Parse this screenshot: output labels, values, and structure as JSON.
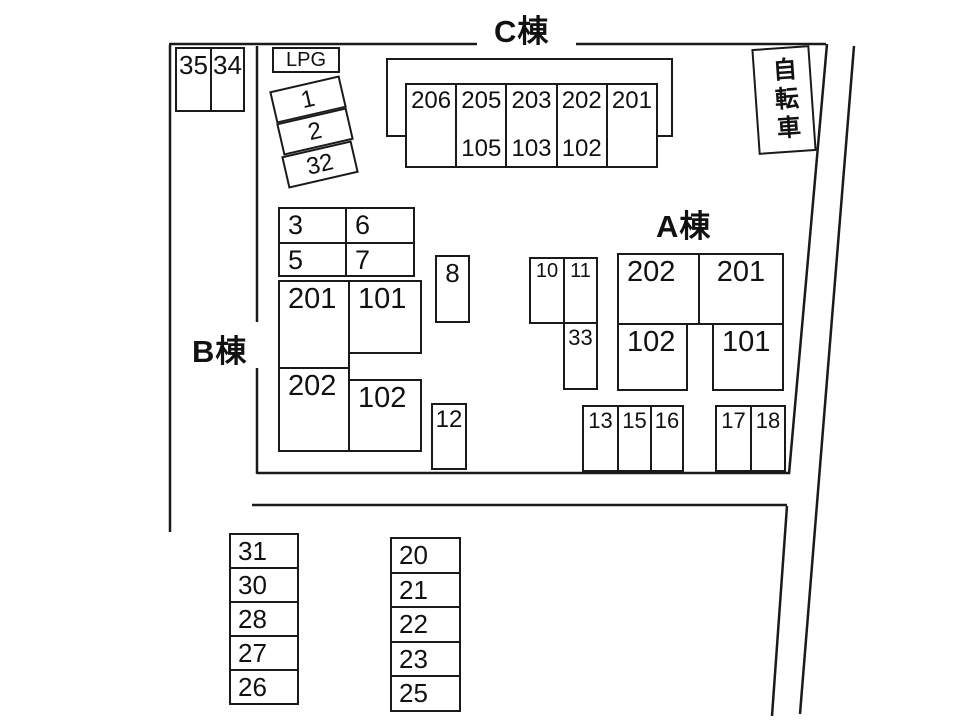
{
  "ink_color": "#1a1a1a",
  "buildings": {
    "c_label": "C棟",
    "a_label": "A棟",
    "b_label": "B棟"
  },
  "facilities": {
    "lpg": "LPG",
    "bicycle": "自転車"
  },
  "building_c": {
    "columns": [
      {
        "upper": "206",
        "lower": ""
      },
      {
        "upper": "205",
        "lower": "105"
      },
      {
        "upper": "203",
        "lower": "103"
      },
      {
        "upper": "202",
        "lower": "102"
      },
      {
        "upper": "201",
        "lower": ""
      }
    ]
  },
  "building_b_rooms": {
    "r201": "201",
    "r101": "101",
    "r202": "202",
    "r102": "102"
  },
  "building_a_rooms": {
    "r202": "202",
    "r201": "201",
    "r102": "102",
    "r101": "101"
  },
  "parking_spots": {
    "p35": "35",
    "p34": "34",
    "p1": "1",
    "p2": "2",
    "p32": "32",
    "p3": "3",
    "p6": "6",
    "p5": "5",
    "p7": "7",
    "p8": "8",
    "p10": "10",
    "p11": "11",
    "p33": "33",
    "p12": "12",
    "p13": "13",
    "p15": "15",
    "p16": "16",
    "p17": "17",
    "p18": "18",
    "p31": "31",
    "p30": "30",
    "p28": "28",
    "p27": "27",
    "p26": "26",
    "p20": "20",
    "p21": "21",
    "p22": "22",
    "p23": "23",
    "p25": "25"
  }
}
